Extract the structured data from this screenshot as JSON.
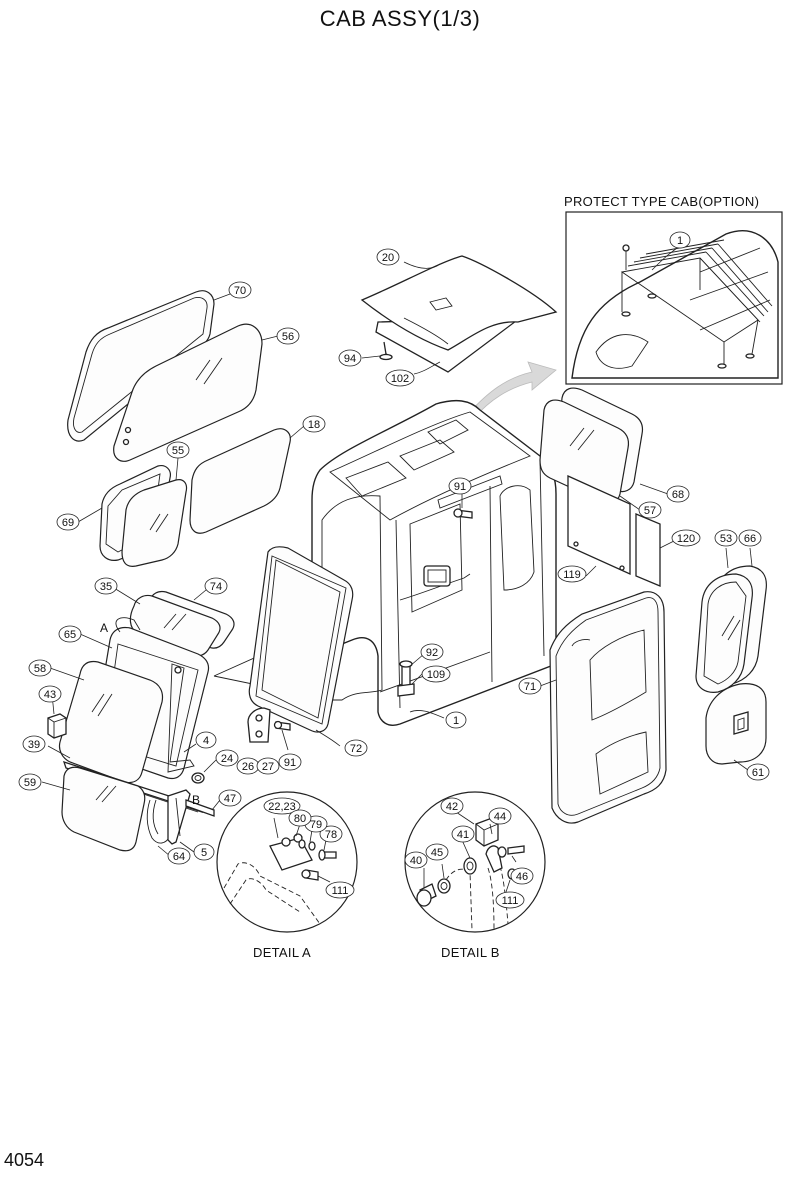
{
  "header": {
    "title": "CAB ASSY(1/3)"
  },
  "labels": {
    "option": "PROTECT TYPE CAB(OPTION)",
    "detail_a": "DETAIL A",
    "detail_b": "DETAIL B"
  },
  "detail_letters": [
    "A",
    "B"
  ],
  "footer": {
    "page": "4054"
  },
  "callouts": [
    "1",
    "1",
    "4",
    "5",
    "18",
    "20",
    "22,23",
    "24",
    "26",
    "27",
    "35",
    "39",
    "40",
    "41",
    "42",
    "43",
    "44",
    "45",
    "46",
    "47",
    "53",
    "55",
    "56",
    "57",
    "58",
    "59",
    "61",
    "64",
    "65",
    "66",
    "68",
    "69",
    "70",
    "71",
    "72",
    "74",
    "78",
    "79",
    "80",
    "91",
    "91",
    "92",
    "94",
    "102",
    "109",
    "111",
    "111",
    "119",
    "120"
  ]
}
